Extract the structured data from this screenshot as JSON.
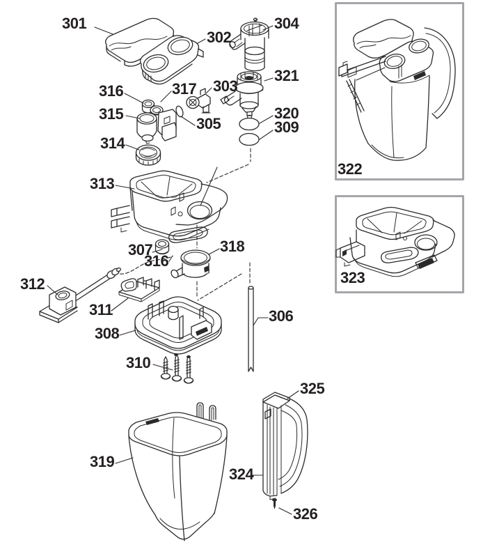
{
  "page": {
    "background": "#ffffff"
  },
  "diagram": {
    "kind": "exploded-parts-diagram",
    "ink_color": "#2a2a2a",
    "label_color": "#231f20",
    "inset_border_color": "#a5a5a9",
    "labels": [
      {
        "ref": "301"
      },
      {
        "ref": "302"
      },
      {
        "ref": "304"
      },
      {
        "ref": "321"
      },
      {
        "ref": "303"
      },
      {
        "ref": "320"
      },
      {
        "ref": "309"
      },
      {
        "ref": "316"
      },
      {
        "ref": "317"
      },
      {
        "ref": "315"
      },
      {
        "ref": "305"
      },
      {
        "ref": "314"
      },
      {
        "ref": "313"
      },
      {
        "ref": "307"
      },
      {
        "ref": "316"
      },
      {
        "ref": "318"
      },
      {
        "ref": "312"
      },
      {
        "ref": "311"
      },
      {
        "ref": "308"
      },
      {
        "ref": "310"
      },
      {
        "ref": "306"
      },
      {
        "ref": "319"
      },
      {
        "ref": "324"
      },
      {
        "ref": "325"
      },
      {
        "ref": "326"
      },
      {
        "ref": "322"
      },
      {
        "ref": "323"
      }
    ]
  }
}
